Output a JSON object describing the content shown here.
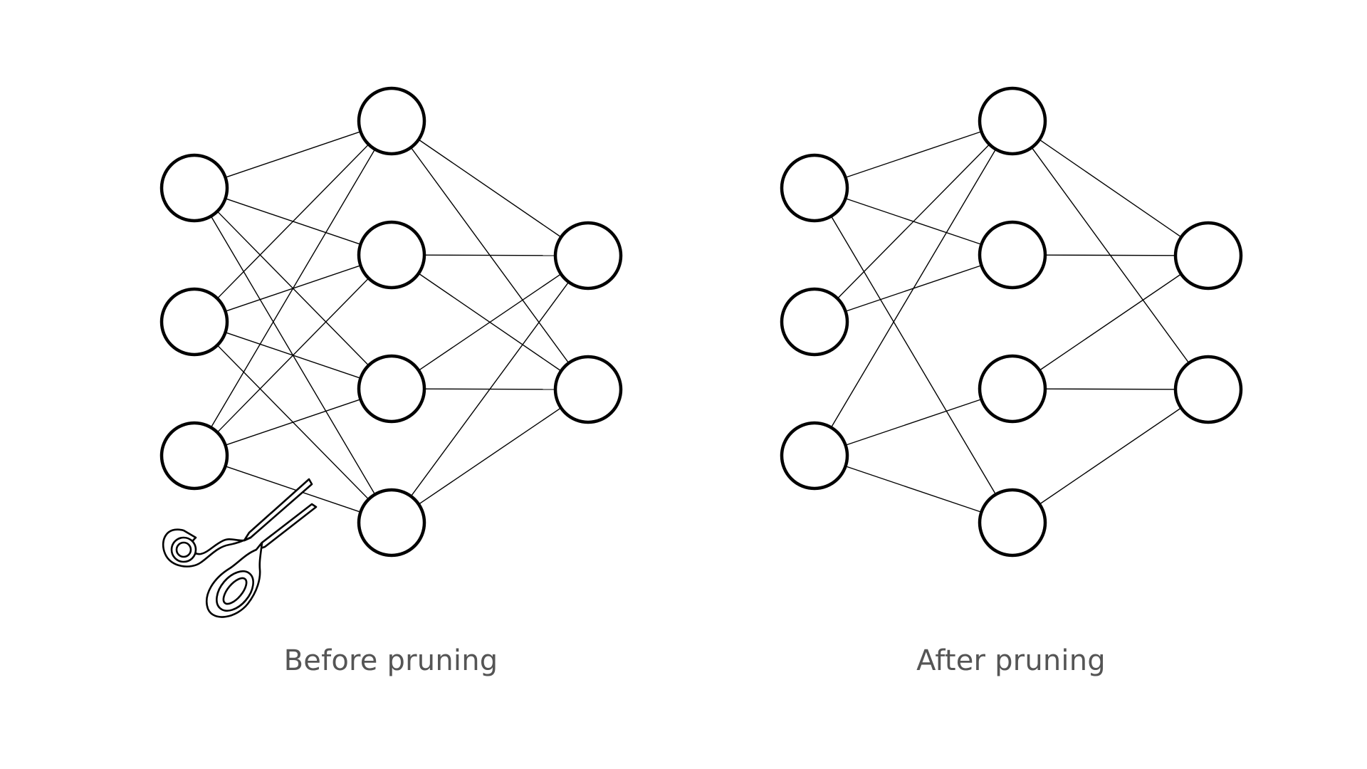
{
  "panels": [
    {
      "id": "before",
      "caption": "Before pruning",
      "layers": [
        3,
        4,
        2
      ],
      "connections": [
        [
          "0-0",
          "1-0"
        ],
        [
          "0-0",
          "1-1"
        ],
        [
          "0-0",
          "1-2"
        ],
        [
          "0-0",
          "1-3"
        ],
        [
          "0-1",
          "1-0"
        ],
        [
          "0-1",
          "1-1"
        ],
        [
          "0-1",
          "1-2"
        ],
        [
          "0-1",
          "1-3"
        ],
        [
          "0-2",
          "1-0"
        ],
        [
          "0-2",
          "1-1"
        ],
        [
          "0-2",
          "1-2"
        ],
        [
          "0-2",
          "1-3"
        ],
        [
          "1-0",
          "2-0"
        ],
        [
          "1-0",
          "2-1"
        ],
        [
          "1-1",
          "2-0"
        ],
        [
          "1-1",
          "2-1"
        ],
        [
          "1-2",
          "2-0"
        ],
        [
          "1-2",
          "2-1"
        ],
        [
          "1-3",
          "2-0"
        ],
        [
          "1-3",
          "2-1"
        ]
      ],
      "icon": "scissors-icon"
    },
    {
      "id": "after",
      "caption": "After pruning",
      "layers": [
        3,
        4,
        2
      ],
      "connections": [
        [
          "0-0",
          "1-0"
        ],
        [
          "0-0",
          "1-1"
        ],
        [
          "0-0",
          "1-3"
        ],
        [
          "0-1",
          "1-0"
        ],
        [
          "0-1",
          "1-1"
        ],
        [
          "0-2",
          "1-0"
        ],
        [
          "0-2",
          "1-2"
        ],
        [
          "0-2",
          "1-3"
        ],
        [
          "1-0",
          "2-0"
        ],
        [
          "1-0",
          "2-1"
        ],
        [
          "1-1",
          "2-0"
        ],
        [
          "1-2",
          "2-0"
        ],
        [
          "1-2",
          "2-1"
        ],
        [
          "1-3",
          "2-1"
        ]
      ]
    }
  ]
}
